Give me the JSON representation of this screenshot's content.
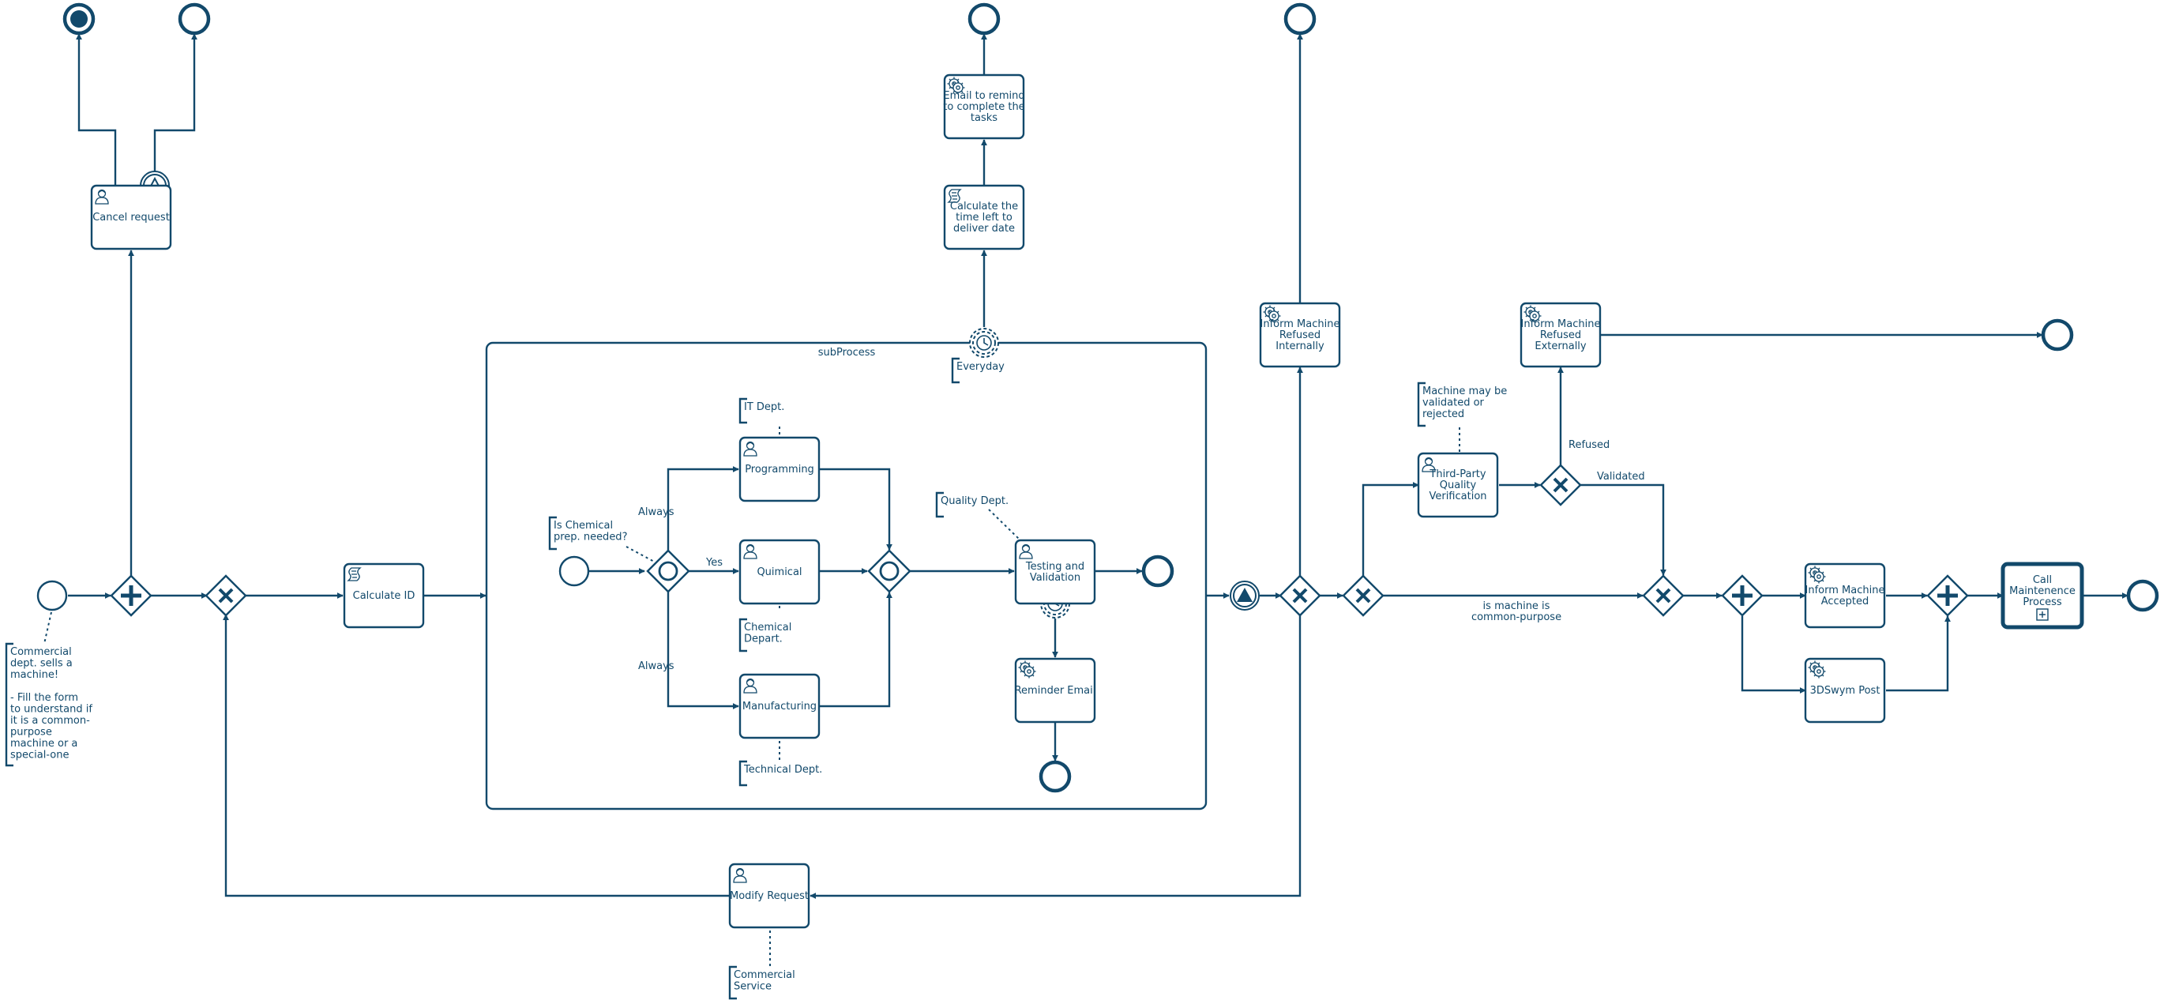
{
  "colors": {
    "stroke": "#12496b",
    "background": "#ffffff"
  },
  "subprocess": {
    "label": "subProcess"
  },
  "tasks": {
    "cancel_request": {
      "label": "Cancel request",
      "icon": "user-task-icon"
    },
    "calculate_id": {
      "label": "Calculate ID",
      "icon": "script-task-icon"
    },
    "email_remind": {
      "label": "Email to remind to complete the tasks",
      "icon": "service-task-icon"
    },
    "calculate_time": {
      "label": "Calculate the time left to deliver date",
      "icon": "script-task-icon"
    },
    "programming": {
      "label": "Programming",
      "icon": "user-task-icon"
    },
    "quimical": {
      "label": "Quimical",
      "icon": "user-task-icon"
    },
    "manufacturing": {
      "label": "Manufacturing",
      "icon": "user-task-icon"
    },
    "testing_validation": {
      "label": "Testing and Validation",
      "icon": "user-task-icon"
    },
    "reminder_email": {
      "label": "Reminder Email",
      "icon": "service-task-icon"
    },
    "inform_refused_internally": {
      "label": "Inform Machine Refused Internally",
      "icon": "service-task-icon"
    },
    "inform_refused_externally": {
      "label": "Inform Machine Refused Externally",
      "icon": "service-task-icon"
    },
    "third_party_verification": {
      "label": "Third-Party Quality Verification",
      "icon": "user-task-icon"
    },
    "inform_accepted": {
      "label": "Inform Machine Accepted",
      "icon": "service-task-icon"
    },
    "swym_post": {
      "label": "3DSwym Post",
      "icon": "service-task-icon"
    },
    "modify_request": {
      "label": "Modify Request",
      "icon": "user-task-icon"
    },
    "call_maintenance": {
      "label": "Call Maintenence Process",
      "icon": "call-activity-icon"
    }
  },
  "annotations": {
    "commercial_dept": "Commercial dept. sells a machine!\n\n- Fill the form to understand if it is a common-purpose machine or a special-one",
    "everyday": "Everyday",
    "it_dept": "IT Dept.",
    "chemical_prep": "Is Chemical prep. needed?",
    "chemical_depart": "Chemical Depart.",
    "technical_dept": "Technical Dept.",
    "quality_dept": "Quality Dept.",
    "machine_validated": "Machine may be validated or rejected",
    "commercial_service": "Commercial Service"
  },
  "flow_labels": {
    "always_top": "Always",
    "yes": "Yes",
    "always_bottom": "Always",
    "refused": "Refused",
    "validated": "Validated",
    "is_common_purpose": "is machine is common-purpose"
  }
}
